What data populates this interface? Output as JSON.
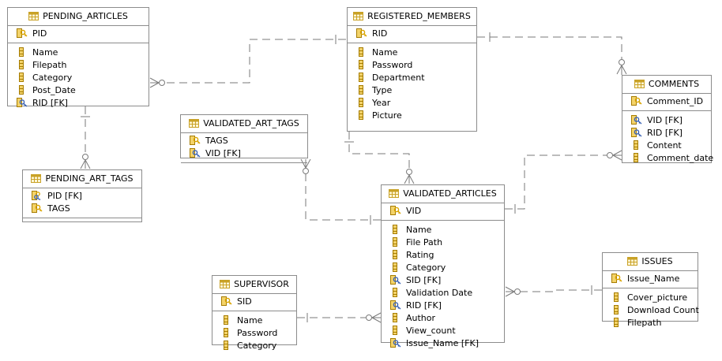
{
  "colors": {
    "border": "#8c8c8c",
    "connector": "#7a7a7a",
    "key_gold": "#d9a400",
    "key_blue": "#3a63b5",
    "column_icon": "#c9a227"
  },
  "entities": {
    "pending_articles": {
      "title": "PENDING_ARTICLES",
      "pk": [
        {
          "label": "PID",
          "icon": "primary-key-icon"
        }
      ],
      "columns": [
        {
          "label": "Name",
          "icon": "column-icon"
        },
        {
          "label": "Filepath",
          "icon": "column-icon"
        },
        {
          "label": "Category",
          "icon": "column-icon"
        },
        {
          "label": "Post_Date",
          "icon": "column-icon"
        },
        {
          "label": "RID [FK]",
          "icon": "foreign-key-icon"
        }
      ]
    },
    "registered_members": {
      "title": "REGISTERED_MEMBERS",
      "pk": [
        {
          "label": "RID",
          "icon": "primary-key-icon"
        }
      ],
      "columns": [
        {
          "label": "Name",
          "icon": "column-icon"
        },
        {
          "label": "Password",
          "icon": "column-icon"
        },
        {
          "label": "Department",
          "icon": "column-icon"
        },
        {
          "label": "Type",
          "icon": "column-icon"
        },
        {
          "label": "Year",
          "icon": "column-icon"
        },
        {
          "label": "Picture",
          "icon": "column-icon"
        }
      ]
    },
    "comments": {
      "title": "COMMENTS",
      "pk": [
        {
          "label": "Comment_ID",
          "icon": "primary-key-icon"
        }
      ],
      "columns": [
        {
          "label": "VID [FK]",
          "icon": "foreign-key-icon"
        },
        {
          "label": "RID [FK]",
          "icon": "foreign-key-icon"
        },
        {
          "label": "Content",
          "icon": "column-icon"
        },
        {
          "label": "Comment_date",
          "icon": "column-icon"
        }
      ]
    },
    "validated_art_tags": {
      "title": "VALIDATED_ART_TAGS",
      "pk": [
        {
          "label": "TAGS",
          "icon": "primary-key-icon"
        },
        {
          "label": "VID [FK]",
          "icon": "foreign-key-icon"
        }
      ],
      "columns": []
    },
    "pending_art_tags": {
      "title": "PENDING_ART_TAGS",
      "pk": [
        {
          "label": "PID [FK]",
          "icon": "primary-foreign-key-icon"
        },
        {
          "label": "TAGS",
          "icon": "primary-key-icon"
        }
      ],
      "columns": []
    },
    "validated_articles": {
      "title": "VALIDATED_ARTICLES",
      "pk": [
        {
          "label": "VID",
          "icon": "primary-key-icon"
        }
      ],
      "columns": [
        {
          "label": "Name",
          "icon": "column-icon"
        },
        {
          "label": "File Path",
          "icon": "column-icon"
        },
        {
          "label": "Rating",
          "icon": "column-icon"
        },
        {
          "label": "Category",
          "icon": "column-icon"
        },
        {
          "label": "SID [FK]",
          "icon": "foreign-key-icon"
        },
        {
          "label": "Validation Date",
          "icon": "column-icon"
        },
        {
          "label": "RID [FK]",
          "icon": "foreign-key-icon"
        },
        {
          "label": "Author",
          "icon": "column-icon"
        },
        {
          "label": "View_count",
          "icon": "column-icon"
        },
        {
          "label": "Issue_Name [FK]",
          "icon": "foreign-key-icon"
        }
      ]
    },
    "supervisor": {
      "title": "SUPERVISOR",
      "pk": [
        {
          "label": "SID",
          "icon": "primary-key-icon"
        }
      ],
      "columns": [
        {
          "label": "Name",
          "icon": "column-icon"
        },
        {
          "label": "Password",
          "icon": "column-icon"
        },
        {
          "label": "Category",
          "icon": "column-icon"
        }
      ]
    },
    "issues": {
      "title": "ISSUES",
      "pk": [
        {
          "label": "Issue_Name",
          "icon": "primary-key-icon"
        }
      ],
      "columns": [
        {
          "label": "Cover_picture",
          "icon": "column-icon"
        },
        {
          "label": "Download Count",
          "icon": "column-icon"
        },
        {
          "label": "Filepath",
          "icon": "column-icon"
        }
      ]
    }
  }
}
